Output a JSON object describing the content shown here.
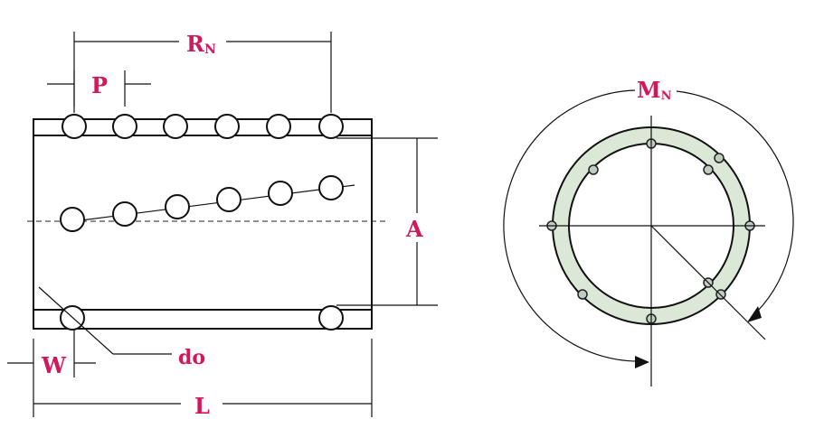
{
  "labels": {
    "rn_main": "R",
    "rn_sub": "N",
    "p": "P",
    "a": "A",
    "w": "W",
    "do": "do",
    "l": "L",
    "mn_main": "M",
    "mn_sub": "N"
  },
  "colors": {
    "label": "#d2185a",
    "line": "#111111",
    "ring_fill": "#dbe8d8"
  }
}
